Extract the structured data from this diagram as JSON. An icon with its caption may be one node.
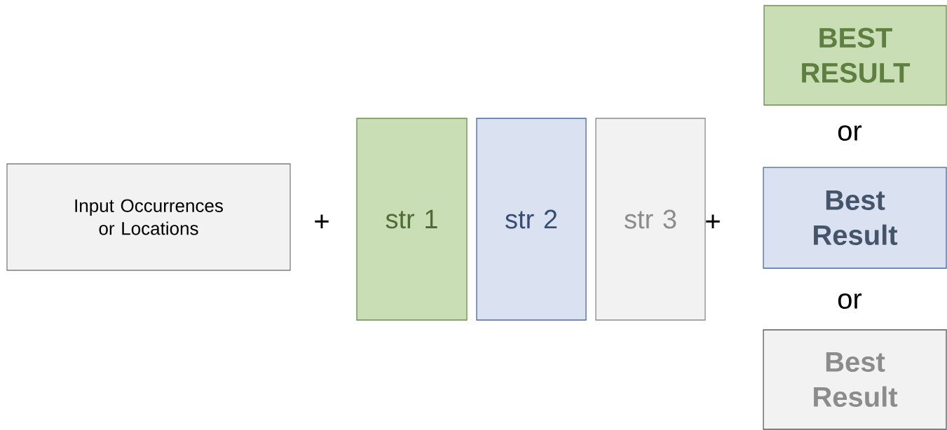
{
  "diagram": {
    "nodes": [
      {
        "text": [
          "Input Occurrences or Locations"
        ]
      },
      {
        "text": [
          "str 1"
        ]
      },
      {
        "text": [
          "str 2"
        ]
      },
      {
        "text": [
          "str 3"
        ]
      },
      {
        "text": [
          "BEST RESULT"
        ]
      },
      {
        "text": [
          "Best Result"
        ]
      },
      {
        "text": [
          "Best Result"
        ]
      }
    ],
    "labels": [
      "+",
      "+",
      "or",
      "or"
    ]
  }
}
